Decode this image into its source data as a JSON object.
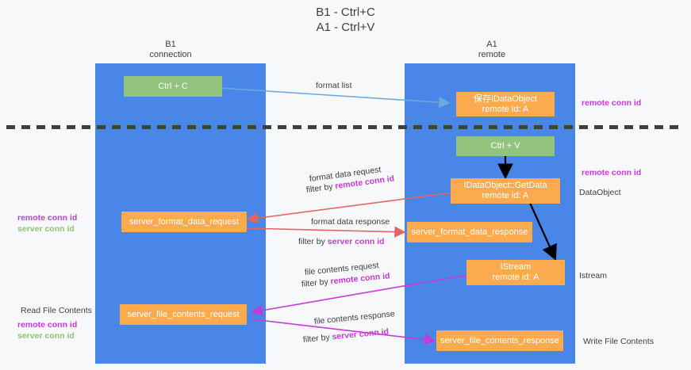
{
  "title": {
    "line1": "B1 - Ctrl+C",
    "line2": "A1 - Ctrl+V"
  },
  "columns": [
    {
      "name": "B1",
      "role": "connection"
    },
    {
      "name": "A1",
      "role": "remote"
    }
  ],
  "nodes": {
    "ctrl_c": {
      "label": "Ctrl + C"
    },
    "save_idataobject": {
      "line1": "保存IDataObject",
      "line2": "remote id: A"
    },
    "ctrl_v": {
      "label": "Ctrl + V"
    },
    "getdata": {
      "line1": "IDataObject::GetData",
      "line2": "remote id: A"
    },
    "server_format_data_request": {
      "label": "server_format_data_request"
    },
    "server_format_data_response": {
      "label": "server_format_data_response"
    },
    "istream": {
      "line1": "IStream",
      "line2": "remote id: A"
    },
    "server_file_contents_request": {
      "label": "server_file_contents_request"
    },
    "server_file_contents_response": {
      "label": "server_file_contents_response"
    }
  },
  "flows": {
    "format_list": {
      "label": "format list"
    },
    "format_data_request": {
      "label": "format data request",
      "filter_prefix": "filter by ",
      "filter_key": "remote conn id"
    },
    "format_data_response": {
      "label": "format data response",
      "filter_prefix": "filter by ",
      "filter_key": "server conn id"
    },
    "file_contents_request": {
      "label": "file contents request",
      "filter_prefix": "filter by ",
      "filter_key": "remote conn id"
    },
    "file_contents_response": {
      "label": "file contents response",
      "filter_prefix": "filter by ",
      "filter_key": "server conn id"
    }
  },
  "annotations": {
    "left_middle": {
      "remote": "remote conn id",
      "server": "server conn id"
    },
    "left_bottom": {
      "heading": "Read File Contents",
      "remote": "remote conn id",
      "server": "server conn id"
    },
    "right_top": {
      "label": "remote conn id"
    },
    "right_dataobject": {
      "key": "remote conn id",
      "label": "DataObject"
    },
    "right_istream": {
      "label": "Istream"
    },
    "right_write": {
      "label": "Write File Contents"
    }
  },
  "colors": {
    "lane": "#4a86e8",
    "node_green": "#93c47d",
    "node_orange": "#fbab4e",
    "key_purple": "#c23bd6",
    "key_green": "#8dc36f",
    "arrow_blue": "#6fa8dc",
    "arrow_red": "#e06666",
    "arrow_magenta": "#c23bd6",
    "arrow_black": "#000000",
    "background": "#f7f8f9"
  }
}
